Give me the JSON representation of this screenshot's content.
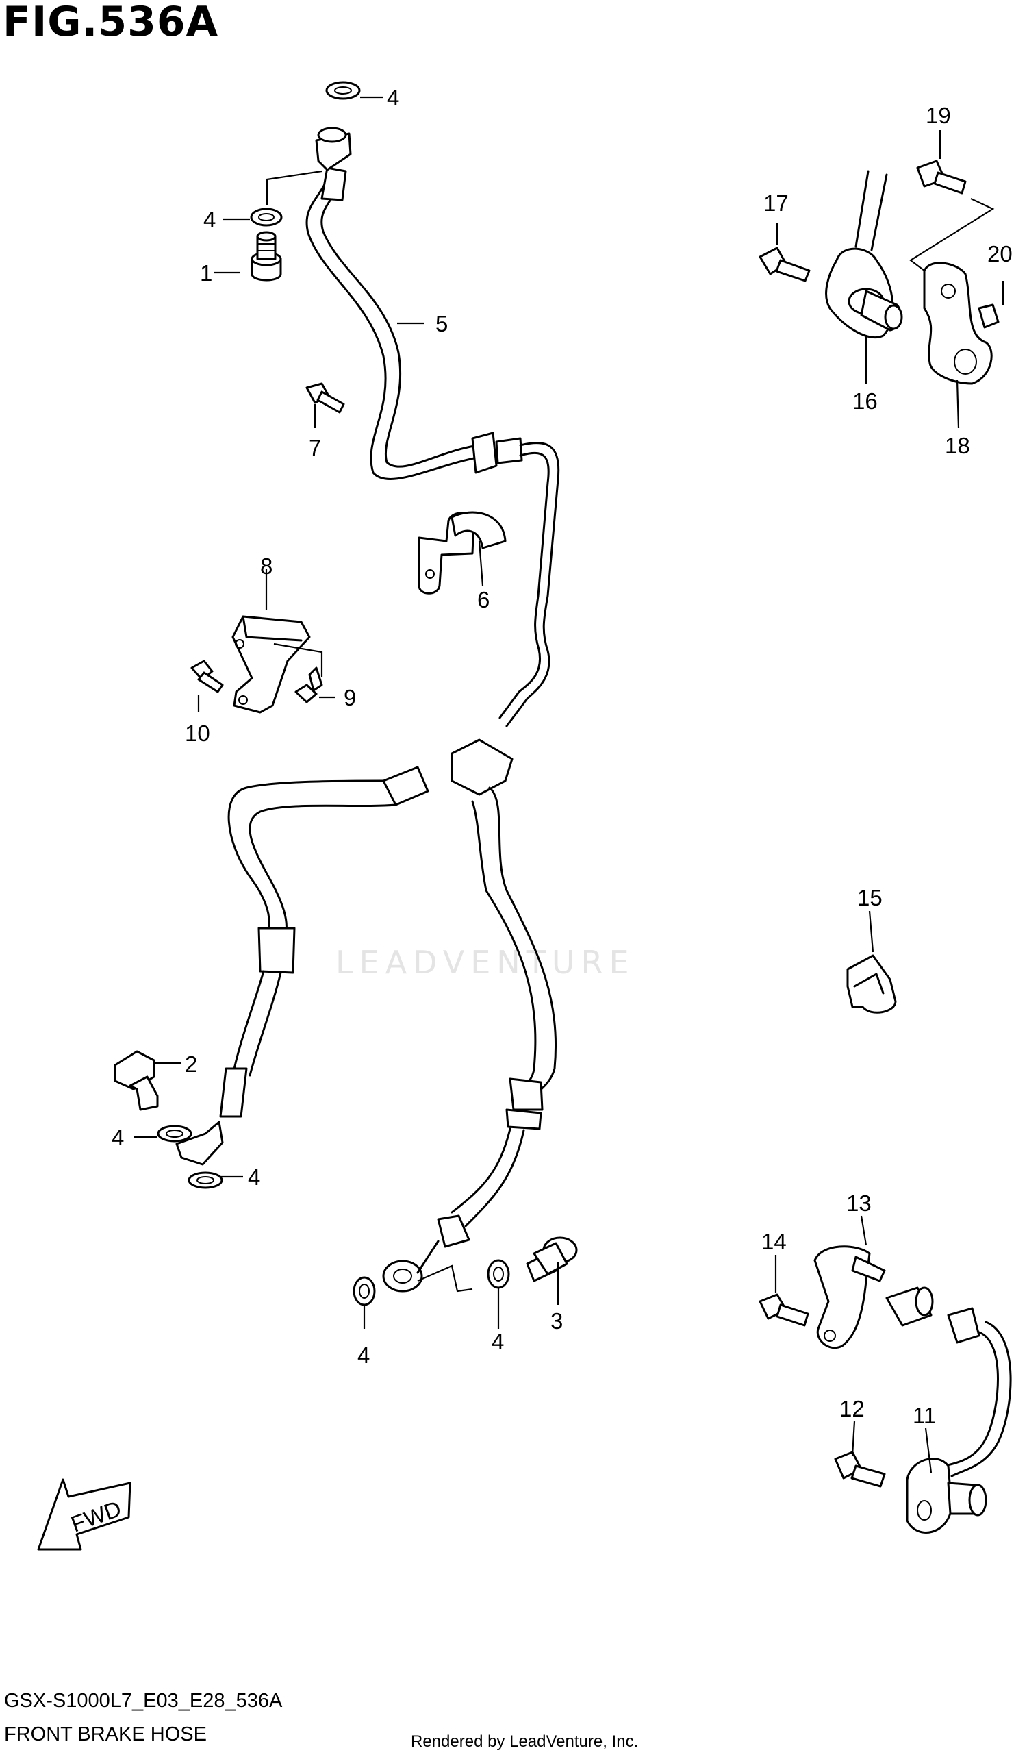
{
  "figure": {
    "title": "FIG.536A",
    "model_code": "GSX-S1000L7_E03_E28_536A",
    "caption": "FRONT BRAKE HOSE",
    "rendered_by": "Rendered by LeadVenture, Inc.",
    "watermark": "LEADVENTURE",
    "direction_label": "FWD"
  },
  "callouts": [
    "1",
    "2",
    "3",
    "4",
    "5",
    "6",
    "7",
    "8",
    "9",
    "10",
    "11",
    "12",
    "13",
    "14",
    "15",
    "16",
    "17",
    "18",
    "19",
    "20"
  ]
}
